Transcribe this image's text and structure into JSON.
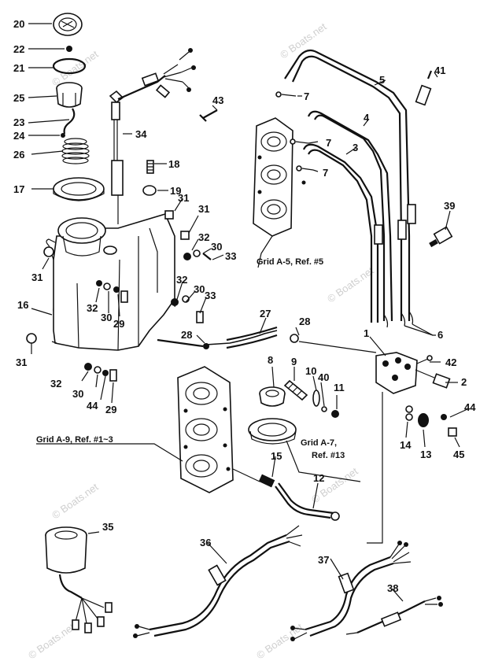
{
  "diagram": {
    "colors": {
      "ink": "#111111",
      "paper": "#ffffff",
      "watermark": "#cfcfcf"
    },
    "watermark": "© Boats.net",
    "labels": [
      "20",
      "22",
      "21",
      "25",
      "23",
      "24",
      "26",
      "17",
      "34",
      "18",
      "19",
      "31",
      "31",
      "32",
      "30",
      "33",
      "31",
      "16",
      "32",
      "30",
      "29",
      "32",
      "30",
      "33",
      "28",
      "27",
      "28",
      "31",
      "32",
      "30",
      "44",
      "29",
      "5",
      "4",
      "3",
      "7",
      "7",
      "7",
      "41",
      "43",
      "39",
      "6",
      "1",
      "42",
      "2",
      "8",
      "9",
      "10",
      "40",
      "11",
      "44",
      "14",
      "13",
      "45",
      "15",
      "12",
      "35",
      "36",
      "37",
      "38"
    ],
    "refs": {
      "a5": "Grid A-5, Ref. #5",
      "a9": "Grid A-9, Ref. #1~3",
      "a7_line1": "Grid A-7,",
      "a7_line2": "Ref. #13"
    }
  }
}
